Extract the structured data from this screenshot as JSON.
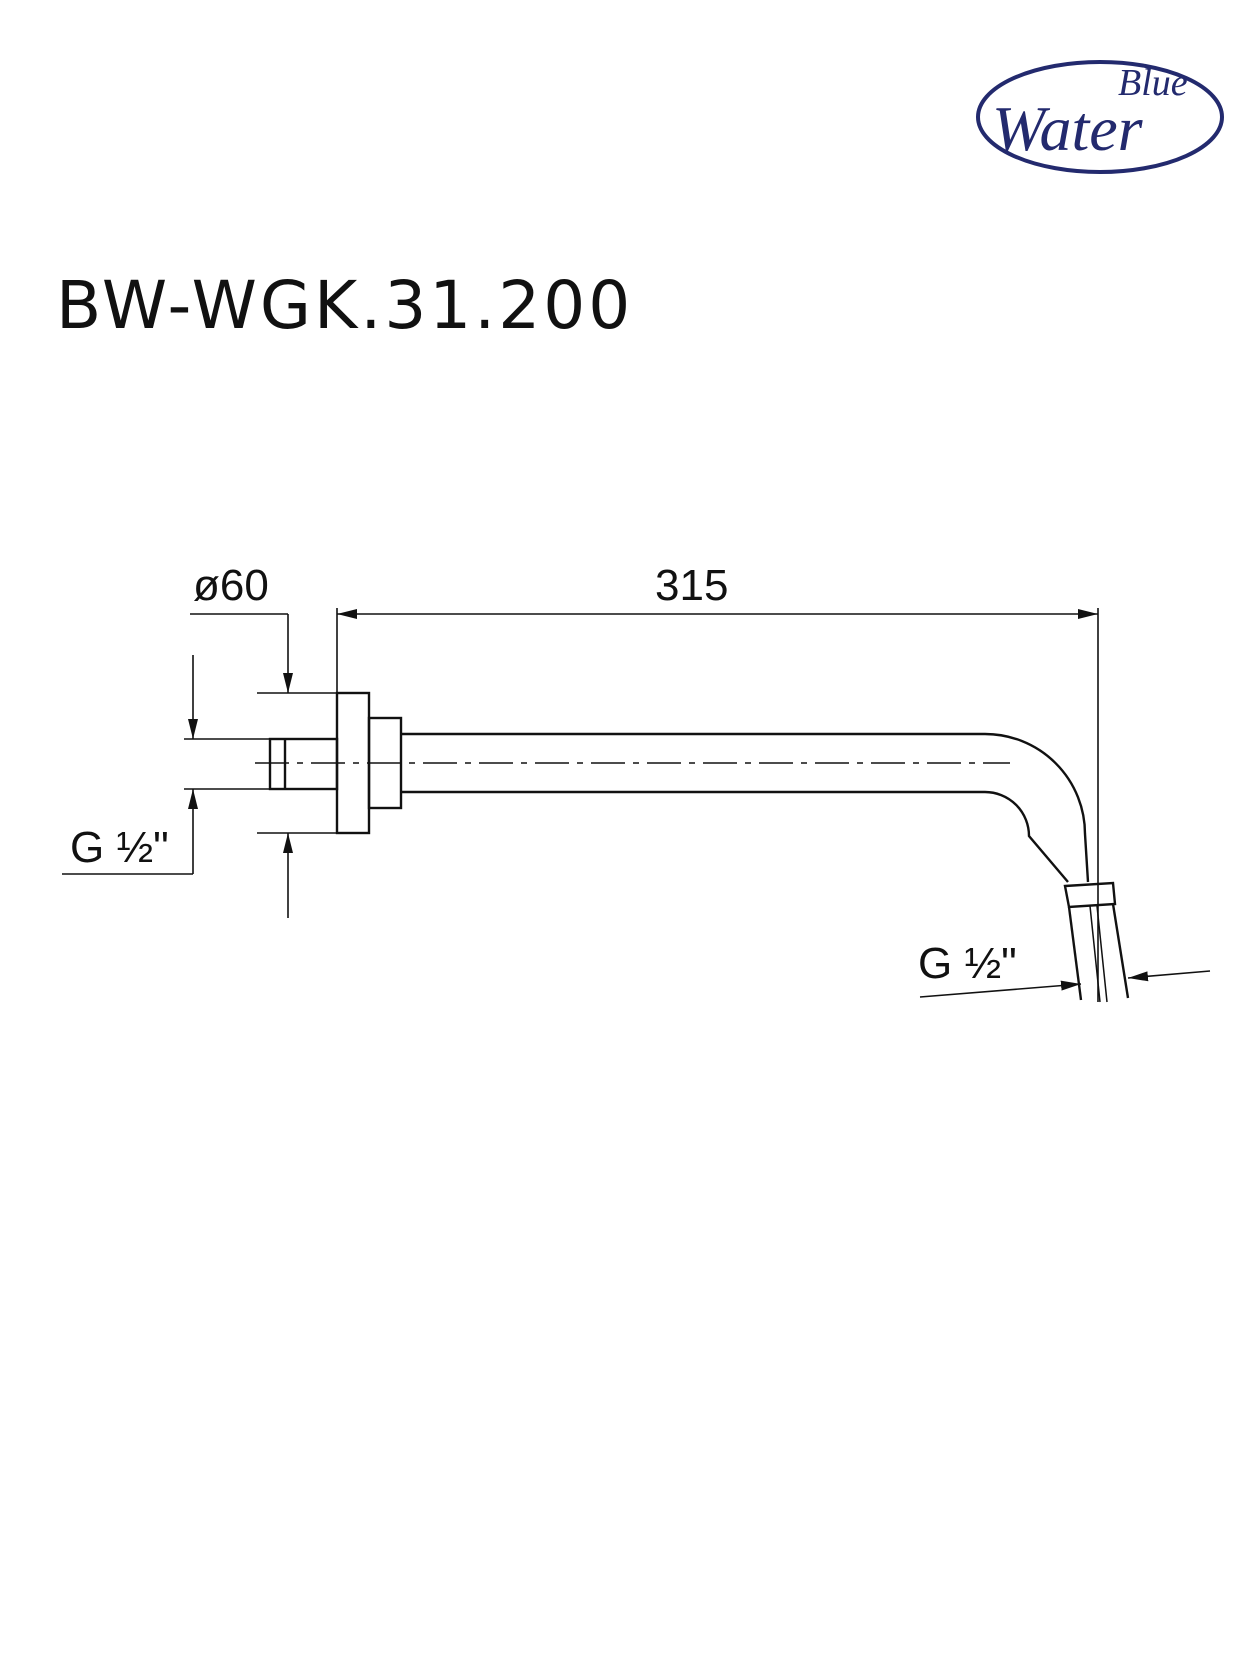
{
  "brand": {
    "logo_line1": "Blue",
    "logo_line2": "Water",
    "color": "#232a6e"
  },
  "title": "BW-WGK.31.200",
  "dimensions": {
    "flange_diameter": "ø60",
    "arm_length": "315",
    "wall_thread": "G ½\"",
    "outlet_thread": "G ½\""
  },
  "colors": {
    "line": "#111111",
    "background": "#ffffff"
  }
}
